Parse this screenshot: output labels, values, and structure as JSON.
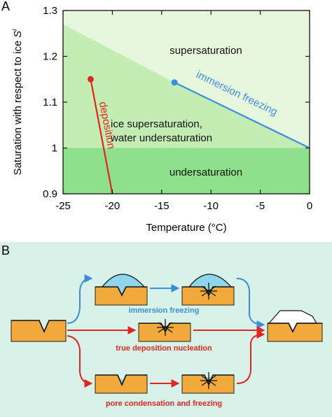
{
  "panel_a": {
    "label": "A",
    "ylabel": "Saturation with respect to ice",
    "ylabel_symbol": "S",
    "ylabel_superscript": "i",
    "xlabel": "Temperature (°C)",
    "region_labels": {
      "supersaturation": "supersaturation",
      "ice_super_line1": "ice supersaturation,",
      "ice_super_line2": "water undersaturation",
      "undersaturation": "undersaturation"
    },
    "line_labels": {
      "immersion": "immersion freezing",
      "deposition": "deposition"
    },
    "colors": {
      "supersaturation_fill": "#E6F7DE",
      "ice_super_fill": "#C3EDB3",
      "undersaturation_fill": "#8EE08A",
      "immersion_line": "#3B8EDB",
      "deposition_line": "#E0261F"
    }
  },
  "chart_data": {
    "type": "line",
    "xlabel": "Temperature (°C)",
    "ylabel": "Saturation with respect to ice S^i",
    "xlim": [
      -25,
      0
    ],
    "ylim": [
      0.9,
      1.3
    ],
    "x_ticks": [
      -25,
      -20,
      -15,
      -10,
      -5,
      0
    ],
    "y_ticks": [
      0.9,
      1,
      1.1,
      1.2,
      1.3
    ],
    "x_tick_labels": [
      "-25",
      "-20",
      "-15",
      "-10",
      "-5",
      "0"
    ],
    "y_tick_labels": [
      "0.9",
      "1",
      "1.1",
      "1.2",
      "1.3"
    ],
    "water_saturation_curve": {
      "x": [
        -25,
        -13.7,
        0
      ],
      "y": [
        1.27,
        1.143,
        1.0
      ]
    },
    "ice_saturation": 1.0,
    "series": [
      {
        "name": "immersion freezing",
        "x": [
          -13.7,
          0
        ],
        "y": [
          1.143,
          1.0
        ],
        "marker_at_start": true
      },
      {
        "name": "deposition",
        "x": [
          -22.2,
          -20.0
        ],
        "y": [
          1.15,
          0.9
        ],
        "marker_at_start": true
      }
    ]
  },
  "panel_b": {
    "label": "B",
    "background": "#D9F2E9",
    "substrate_color": "#F0A93A",
    "captions": {
      "immersion": "immersion freezing",
      "deposition": "true deposition nucleation",
      "pore": "pore condensation and freezing"
    },
    "colors": {
      "immersion_arrow": "#3B8EDB",
      "deposition_arrow": "#E0261F",
      "droplet": "#8ED6EC"
    }
  }
}
